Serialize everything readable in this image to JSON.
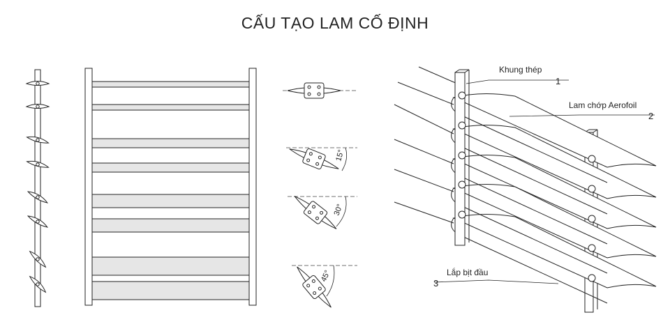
{
  "title": "CẤU TẠO LAM CỐ ĐỊNH",
  "angles": {
    "a15": "15°",
    "a30": "30°",
    "a45": "45°"
  },
  "callouts": {
    "c1": {
      "label": "Khung thép",
      "number": "1"
    },
    "c2": {
      "label": "Lam chớp Aerofoil",
      "number": "2"
    },
    "c3": {
      "label": "Lắp bịt đầu",
      "number": "3"
    }
  }
}
